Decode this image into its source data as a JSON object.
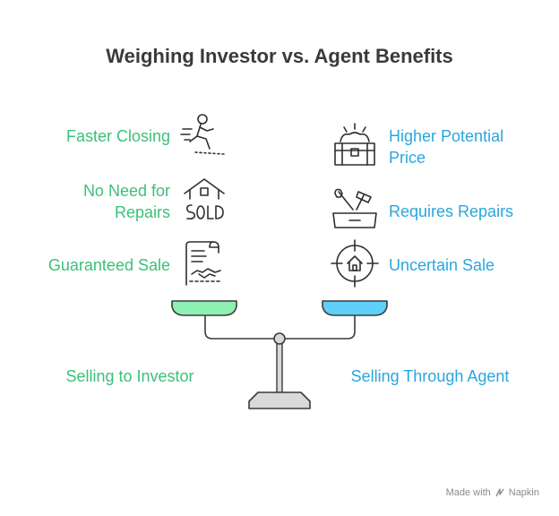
{
  "title": "Weighing Investor vs. Agent Benefits",
  "left": {
    "items": [
      {
        "label": "Faster Closing",
        "icon": "person-running-icon"
      },
      {
        "label_line1": "No Need for",
        "label_line2": "Repairs",
        "icon": "sold-house-icon"
      },
      {
        "label": "Guaranteed Sale",
        "icon": "handshake-contract-icon"
      }
    ],
    "caption": "Selling to Investor",
    "color": "#3dbf7b",
    "pan_color": "#8ef0b3"
  },
  "right": {
    "items": [
      {
        "label_line1": "Higher Potential",
        "label_line2": "Price",
        "icon": "treasure-chest-icon"
      },
      {
        "label": "Requires Repairs",
        "icon": "toolbox-icon"
      },
      {
        "label": "Uncertain Sale",
        "icon": "target-house-icon"
      }
    ],
    "caption": "Selling Through Agent",
    "color": "#2aa6dc",
    "pan_color": "#5fd0f7"
  },
  "footer": {
    "text": "Made with",
    "brand": "Napkin"
  }
}
